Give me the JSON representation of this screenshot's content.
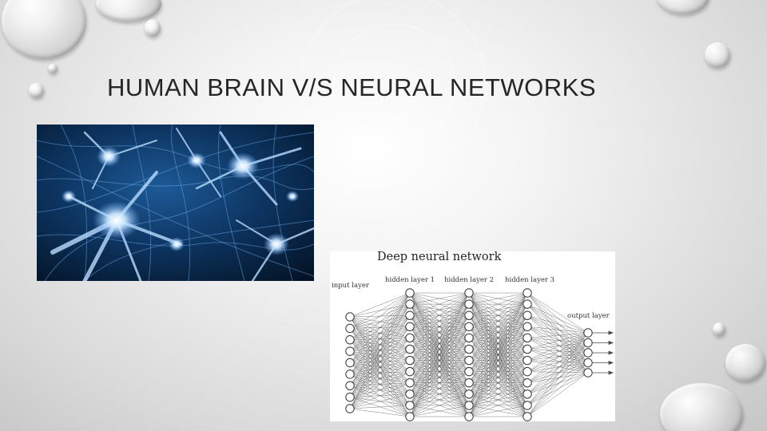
{
  "slide": {
    "title": "HUMAN BRAIN V/S NEURAL NETWORKS",
    "title_color": "#262626"
  },
  "neuron_image": {
    "icon": "neuron-network-photo",
    "colors": [
      "#02101f",
      "#1a4f88",
      "#a9d6ff"
    ]
  },
  "diagram": {
    "title": "Deep neural network",
    "labels": {
      "input": "input layer",
      "hidden1": "hidden layer 1",
      "hidden2": "hidden layer 2",
      "hidden3": "hidden layer 3",
      "output": "output layer"
    },
    "layer_sizes": [
      9,
      12,
      12,
      12,
      5
    ],
    "line_color": "#4a4a4a",
    "node_fill": "#ffffff"
  }
}
